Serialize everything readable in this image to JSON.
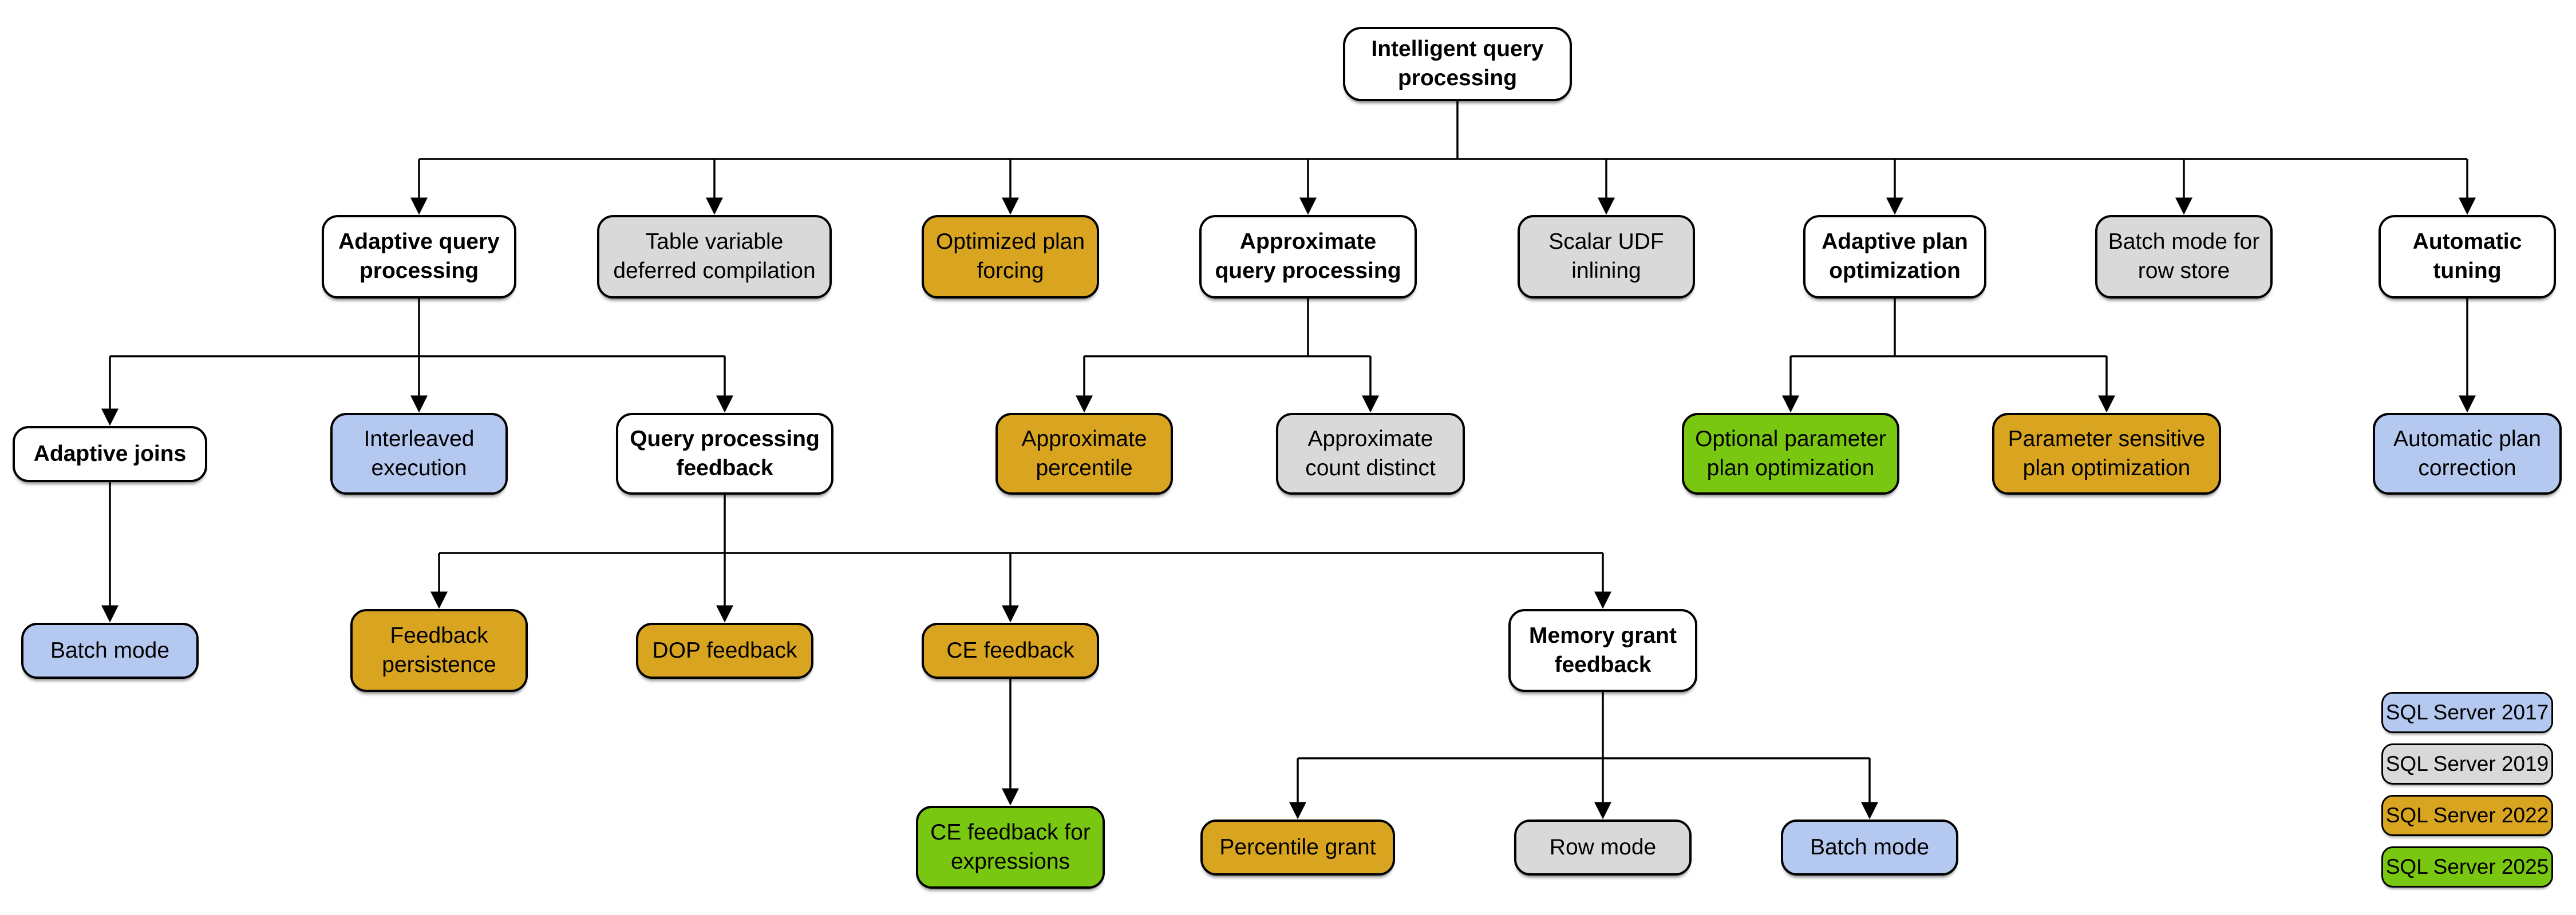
{
  "diagram": {
    "title": "Intelligent query processing feature family tree",
    "colors": {
      "parent": "#FFFFFF",
      "2017": "#B5C8F0",
      "2019": "#D9D9D9",
      "2022": "#D9A521",
      "2025": "#7AC711"
    },
    "nodes": {
      "root": {
        "label": "Intelligent query processing",
        "lines": [
          "Intelligent query",
          "processing"
        ],
        "version": "parent"
      },
      "adaptive_qp": {
        "label": "Adaptive query processing",
        "lines": [
          "Adaptive query",
          "processing"
        ],
        "version": "parent"
      },
      "table_var": {
        "label": "Table variable deferred compilation",
        "lines": [
          "Table variable",
          "deferred compilation"
        ],
        "version": "2019"
      },
      "opt_plan_forcing": {
        "label": "Optimized plan forcing",
        "lines": [
          "Optimized plan",
          "forcing"
        ],
        "version": "2022"
      },
      "approx_qp": {
        "label": "Approximate query processing",
        "lines": [
          "Approximate",
          "query processing"
        ],
        "version": "parent"
      },
      "scalar_udf": {
        "label": "Scalar UDF inlining",
        "lines": [
          "Scalar UDF",
          "inlining"
        ],
        "version": "2019"
      },
      "adaptive_plan_opt": {
        "label": "Adaptive plan optimization",
        "lines": [
          "Adaptive plan",
          "optimization"
        ],
        "version": "parent"
      },
      "batch_row_store": {
        "label": "Batch mode for row store",
        "lines": [
          "Batch mode for",
          "row store"
        ],
        "version": "2019"
      },
      "auto_tuning": {
        "label": "Automatic tuning",
        "lines": [
          "Automatic",
          "tuning"
        ],
        "version": "parent"
      },
      "adaptive_joins": {
        "label": "Adaptive joins",
        "lines": [
          "Adaptive joins"
        ],
        "version": "parent"
      },
      "interleaved": {
        "label": "Interleaved execution",
        "lines": [
          "Interleaved",
          "execution"
        ],
        "version": "2017"
      },
      "qp_feedback": {
        "label": "Query processing feedback",
        "lines": [
          "Query processing",
          "feedback"
        ],
        "version": "parent"
      },
      "approx_pct": {
        "label": "Approximate percentile",
        "lines": [
          "Approximate",
          "percentile"
        ],
        "version": "2022"
      },
      "approx_count": {
        "label": "Approximate count distinct",
        "lines": [
          "Approximate",
          "count distinct"
        ],
        "version": "2019"
      },
      "opt_param": {
        "label": "Optional parameter plan optimization",
        "lines": [
          "Optional parameter",
          "plan optimization"
        ],
        "version": "2025"
      },
      "param_sensitive": {
        "label": "Parameter sensitive plan optimization",
        "lines": [
          "Parameter sensitive",
          "plan optimization"
        ],
        "version": "2022"
      },
      "auto_plan_corr": {
        "label": "Automatic plan correction",
        "lines": [
          "Automatic plan",
          "correction"
        ],
        "version": "2017"
      },
      "batch_mode_aj": {
        "label": "Batch mode",
        "lines": [
          "Batch mode"
        ],
        "version": "2017"
      },
      "feedback_persist": {
        "label": "Feedback persistence",
        "lines": [
          "Feedback",
          "persistence"
        ],
        "version": "2022"
      },
      "dop_feedback": {
        "label": "DOP feedback",
        "lines": [
          "DOP feedback"
        ],
        "version": "2022"
      },
      "ce_feedback": {
        "label": "CE feedback",
        "lines": [
          "CE feedback"
        ],
        "version": "2022"
      },
      "mem_grant": {
        "label": "Memory grant feedback",
        "lines": [
          "Memory grant",
          "feedback"
        ],
        "version": "parent"
      },
      "ce_feedback_expr": {
        "label": "CE feedback for expressions",
        "lines": [
          "CE feedback for",
          "expressions"
        ],
        "version": "2025"
      },
      "percentile_grant": {
        "label": "Percentile grant",
        "lines": [
          "Percentile grant"
        ],
        "version": "2022"
      },
      "row_mode": {
        "label": "Row mode",
        "lines": [
          "Row mode"
        ],
        "version": "2019"
      },
      "batch_mode_mg": {
        "label": "Batch mode",
        "lines": [
          "Batch mode"
        ],
        "version": "2017"
      }
    },
    "legend": {
      "items": [
        {
          "label": "SQL Server 2017",
          "version": "2017"
        },
        {
          "label": "SQL Server 2019",
          "version": "2019"
        },
        {
          "label": "SQL Server 2022",
          "version": "2022"
        },
        {
          "label": "SQL Server 2025",
          "version": "2025"
        }
      ]
    }
  }
}
